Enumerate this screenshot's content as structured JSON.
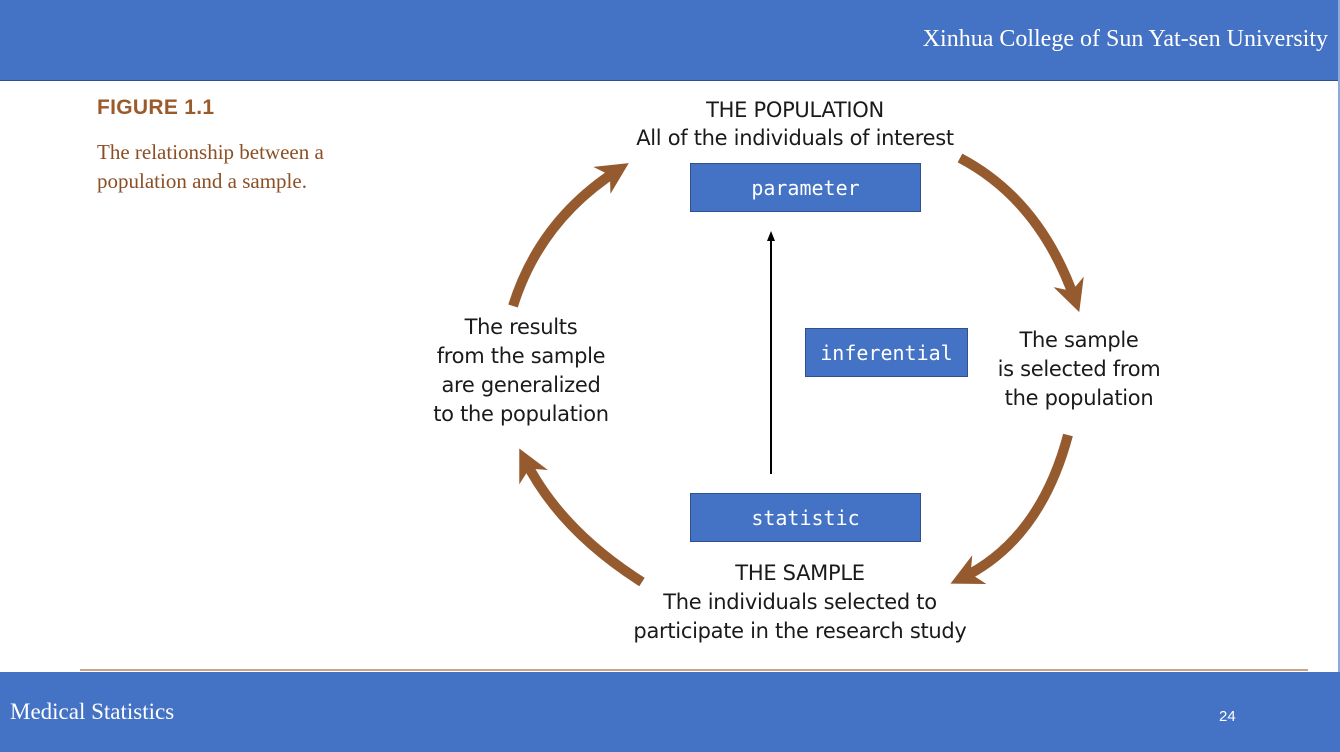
{
  "header": {
    "title": "Xinhua College of Sun Yat-sen University"
  },
  "figure": {
    "label": "FIGURE 1.1",
    "caption": "The relationship between a population and a sample."
  },
  "diagram": {
    "population": {
      "heading": "THE POPULATION",
      "description": "All of the individuals of interest"
    },
    "sample": {
      "heading": "THE SAMPLE",
      "line1": "The individuals selected to",
      "line2": "participate in the research study"
    },
    "left_text": [
      "The results",
      "from the sample",
      "are generalized",
      "to the population"
    ],
    "right_text": [
      "The sample",
      "is selected from",
      "the population"
    ],
    "boxes": {
      "parameter": "parameter",
      "inferential": "inferential",
      "statistic": "statistic"
    },
    "colors": {
      "arrow": "#955a2e",
      "box": "#4472c4",
      "box_border": "#2f528f"
    }
  },
  "footer": {
    "title": "Medical Statistics",
    "page_number": "24"
  }
}
